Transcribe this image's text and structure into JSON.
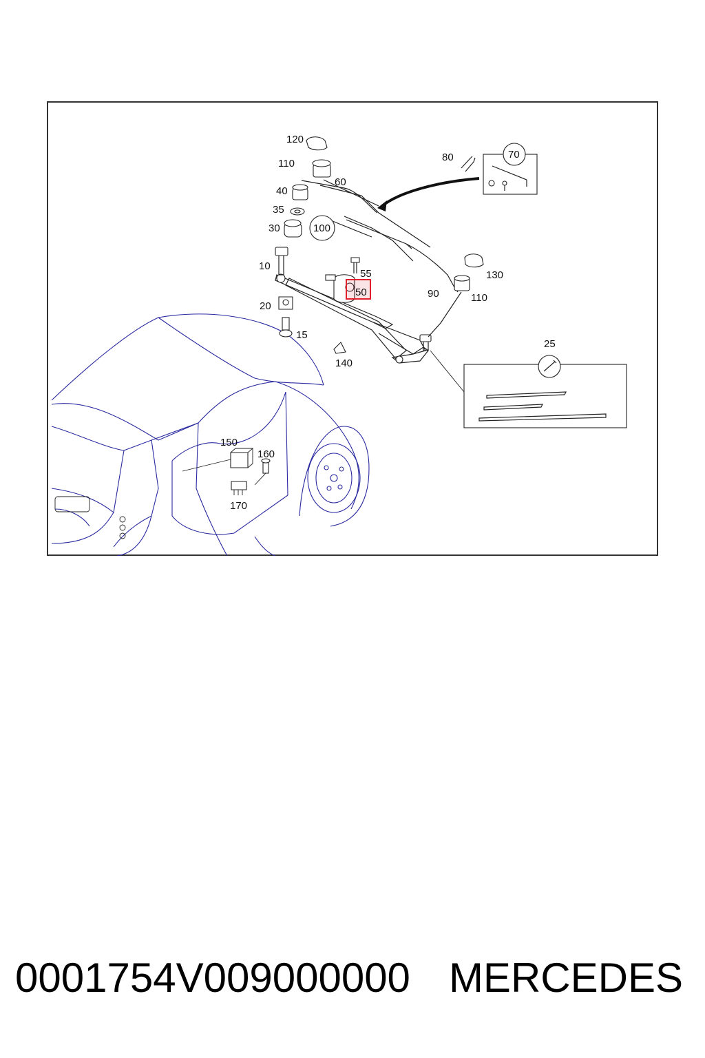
{
  "footer": {
    "part_code": "0001754V009000000",
    "brand": "MERCEDES"
  },
  "callouts": {
    "c120": "120",
    "c110a": "110",
    "c60": "60",
    "c40": "40",
    "c35": "35",
    "c30": "30",
    "c100": "100",
    "c10": "10",
    "c55": "55",
    "c50": "50",
    "c20": "20",
    "c15": "15",
    "c140": "140",
    "c80": "80",
    "c70": "70",
    "c130": "130",
    "c90": "90",
    "c110b": "110",
    "c25": "25",
    "c150": "150",
    "c160": "160",
    "c170": "170"
  },
  "highlight_color": "#e0202a"
}
